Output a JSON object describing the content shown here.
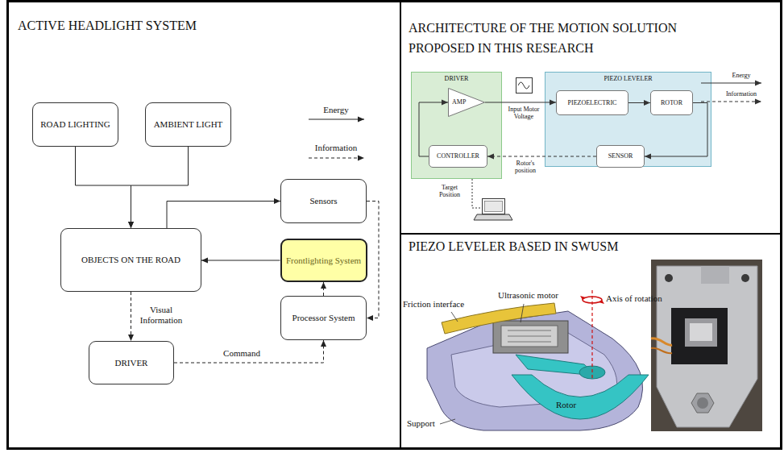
{
  "diagram": {
    "nodes": [
      {
        "text": [
          "ACTIVE HEADLIGHT SYSTEM"
        ]
      },
      {
        "text": [
          "ROAD LIGHTING"
        ],
        "in": 0
      },
      {
        "text": [
          "AMBIENT LIGHT"
        ],
        "in": 0
      },
      {
        "text": [
          "Sensors"
        ],
        "in": 0
      },
      {
        "text": [
          "OBJECTS ON THE ROAD"
        ],
        "in": 0
      },
      {
        "text": [
          "Frontlighting System"
        ],
        "in": 0
      },
      {
        "text": [
          "Processor System"
        ],
        "in": 0
      },
      {
        "text": [
          "DRIVER"
        ],
        "in": 0
      },
      {
        "text": [
          "ARCHITECTURE OF THE MOTION SOLUTION PROPOSED IN THIS RESEARCH"
        ]
      },
      {
        "text": [
          "DRIVER"
        ],
        "in": 8
      },
      {
        "text": [
          "AMP"
        ],
        "in": 9
      },
      {
        "text": [
          "CONTROLLER"
        ],
        "in": 9
      },
      {
        "text": [
          "PIEZO LEVELER"
        ],
        "in": 8
      },
      {
        "text": [
          "PIEZOELECTRIC"
        ],
        "in": 12
      },
      {
        "text": [
          "ROTOR"
        ],
        "in": 12
      },
      {
        "text": [
          "SENSOR"
        ],
        "in": 12
      },
      {
        "text": [
          "PIEZO LEVELER BASED IN SWUSM"
        ]
      }
    ],
    "edges": [
      {
        "from": 1,
        "to": 4,
        "arrow": "to"
      },
      {
        "from": 2,
        "to": 4,
        "arrow": "to"
      },
      {
        "from": 4,
        "to": 3,
        "arrow": "to"
      },
      {
        "from": 5,
        "to": 4,
        "arrow": "to"
      },
      {
        "from": 3,
        "to": 6,
        "arrow": "to"
      },
      {
        "from": 6,
        "to": 5,
        "arrow": "to"
      },
      {
        "from": 4,
        "to": 7,
        "label": "Visual Information",
        "arrow": "to"
      },
      {
        "from": 7,
        "to": 6,
        "label": "Command",
        "arrow": "to"
      },
      {
        "from": 10,
        "to": 13,
        "label": "Input Motor Voltage",
        "arrow": "to"
      },
      {
        "from": 13,
        "to": 14,
        "arrow": "to"
      },
      {
        "from": 14,
        "to": 15,
        "arrow": "to"
      },
      {
        "from": 15,
        "to": 11,
        "label": "Rotor's position",
        "arrow": "to"
      },
      {
        "from": 11,
        "to": 10,
        "arrow": "to"
      }
    ],
    "labels": [
      "Target Position",
      "Ultrasonic motor",
      "Friction interface",
      "Axis of rotation",
      "Rotor",
      "Support"
    ],
    "legend": [
      {
        "text": "Energy"
      },
      {
        "text": "Information"
      },
      {
        "text": "Energy"
      },
      {
        "text": "Information"
      }
    ]
  }
}
